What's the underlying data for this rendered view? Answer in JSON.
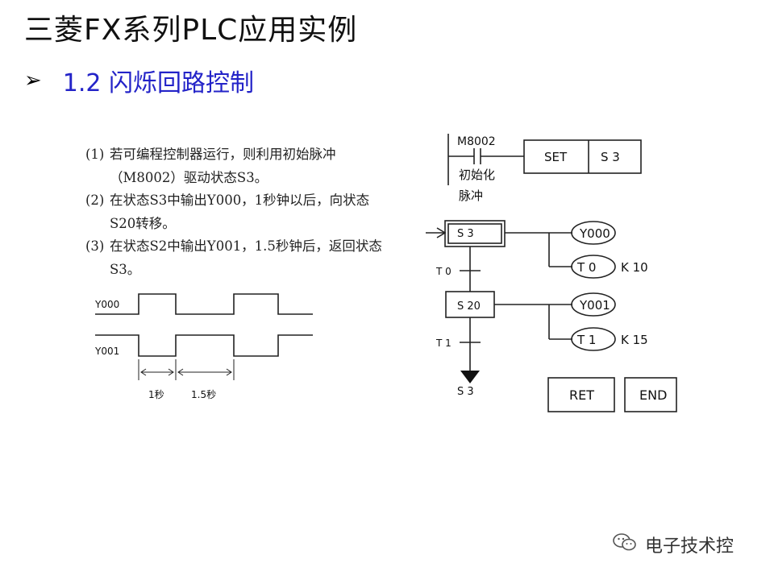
{
  "title": "三菱FX系列PLC应用实例",
  "subtitle": {
    "bullet": "➢",
    "text": "1.2 闪烁回路控制"
  },
  "steps": [
    {
      "num": "(1)",
      "text": "若可编程控制器运行，则利用初始脉冲（M8002）驱动状态S3。"
    },
    {
      "num": "(2)",
      "text": "在状态S3中输出Y000，1秒钟以后，向状态S20转移。"
    },
    {
      "num": "(3)",
      "text": "在状态S2中输出Y001，1.5秒钟后，返回状态S3。"
    }
  ],
  "timing": {
    "signals": [
      "Y000",
      "Y001"
    ],
    "intervals": [
      "1秒",
      "1.5秒"
    ]
  },
  "ladder": {
    "contact": "M8002",
    "contact_note_line1": "初始化",
    "contact_note_line2": "脉冲",
    "set_label": "SET",
    "set_operand": "S  3",
    "state1": "S  3",
    "out1": "Y000",
    "timer1": "T  0",
    "timer1_k": "K 10",
    "trans1": "T  0",
    "state2": "S 20",
    "out2": "Y001",
    "timer2": "T  1",
    "timer2_k": "K 15",
    "trans2": "T  1",
    "jump_target": "S  3",
    "ret_label": "RET",
    "end_label": "END"
  },
  "watermark": {
    "text": "电子技术控",
    "icon": "wechat-icon"
  }
}
